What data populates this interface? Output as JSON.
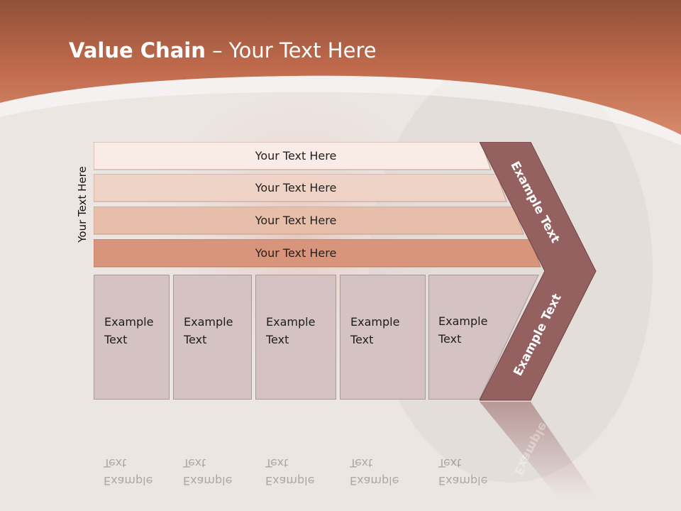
{
  "slide": {
    "title_bold": "Value Chain",
    "title_rest": " – Your Text Here",
    "side_label": "Your Text Here"
  },
  "bars": [
    {
      "label": "Your Text Here",
      "color": "#f9ebe5"
    },
    {
      "label": "Your Text Here",
      "color": "#f0d3c7"
    },
    {
      "label": "Your Text Here",
      "color": "#e7bea9"
    },
    {
      "label": "Your Text Here",
      "color": "#d9957b"
    }
  ],
  "boxes": [
    {
      "line1": "Example",
      "line2": "Text"
    },
    {
      "line1": "Example",
      "line2": "Text"
    },
    {
      "line1": "Example",
      "line2": "Text"
    },
    {
      "line1": "Example",
      "line2": "Text"
    },
    {
      "line1": "Example",
      "line2": "Text"
    }
  ],
  "chevron": {
    "top_label": "Example Text",
    "bottom_label": "Example Text",
    "color": "#946060"
  },
  "colors": {
    "header": "#c9775a",
    "box_fill": "#d5c3c4"
  }
}
